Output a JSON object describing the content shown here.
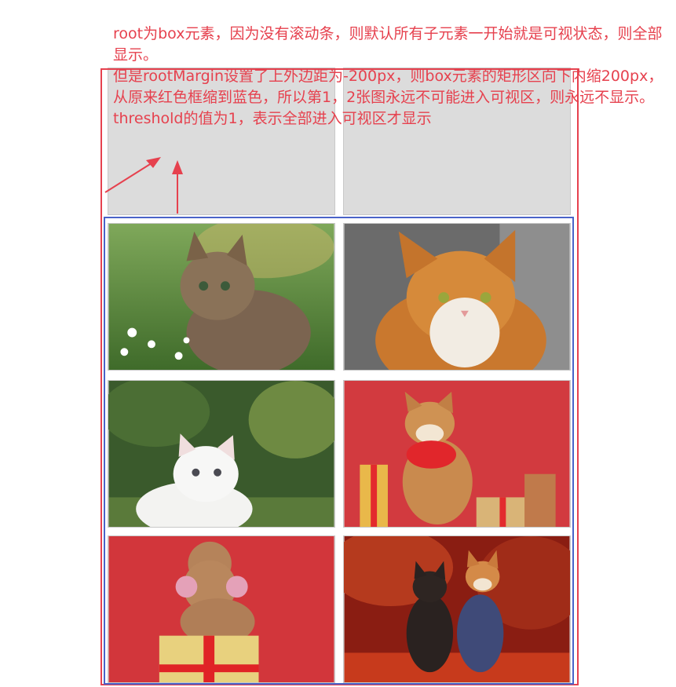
{
  "annotations": {
    "line1": "root为box元素，因为没有滚动条，则默认所有子元素一开始就是可视状态，则全部显示。",
    "line2": "但是rootMargin设置了上外边距为-200px，则box元素的矩形区向下内缩200px，从原来红色框缩到蓝色，所以第1，2张图永远不可能进入可视区，则永远不显示。",
    "line3": "threshold的值为1，表示全部进入可视区才显示"
  },
  "colors": {
    "annotation": "#e6414e",
    "root_frame": "#e6414e",
    "shrunk_frame": "#4a63c8",
    "placeholder": "#dcdcdc"
  },
  "images": [
    {
      "state": "placeholder",
      "subject": ""
    },
    {
      "state": "placeholder",
      "subject": ""
    },
    {
      "state": "loaded",
      "subject": "tabby-kitten-icon"
    },
    {
      "state": "loaded",
      "subject": "orange-cat-icon"
    },
    {
      "state": "loaded",
      "subject": "white-cat-icon"
    },
    {
      "state": "loaded",
      "subject": "shiba-scarf-icon"
    },
    {
      "state": "loaded",
      "subject": "poodle-gift-icon"
    },
    {
      "state": "loaded",
      "subject": "two-shibas-icon"
    }
  ]
}
